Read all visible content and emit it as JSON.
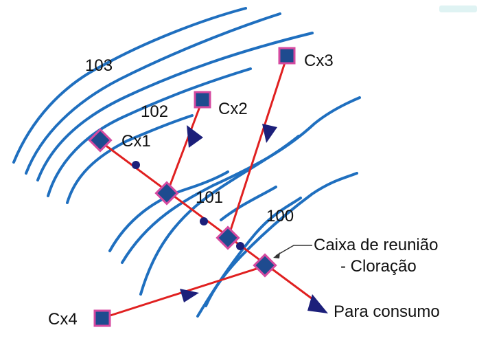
{
  "contours": {
    "c103": "103",
    "c102": "102",
    "c101": "101",
    "c100": "100"
  },
  "boxes": {
    "cx1": "Cx1",
    "cx2": "Cx2",
    "cx3": "Cx3",
    "cx4": "Cx4"
  },
  "annotation": {
    "line1": "Caixa de reunião",
    "line2": "- Cloração"
  },
  "outlet": "Para consumo",
  "colors": {
    "contour": "#1f6fbf",
    "pipe": "#e02020",
    "box_fill": "#1e4b8f",
    "box_border": "#d54aa0",
    "arrow": "#1c1f7a"
  }
}
